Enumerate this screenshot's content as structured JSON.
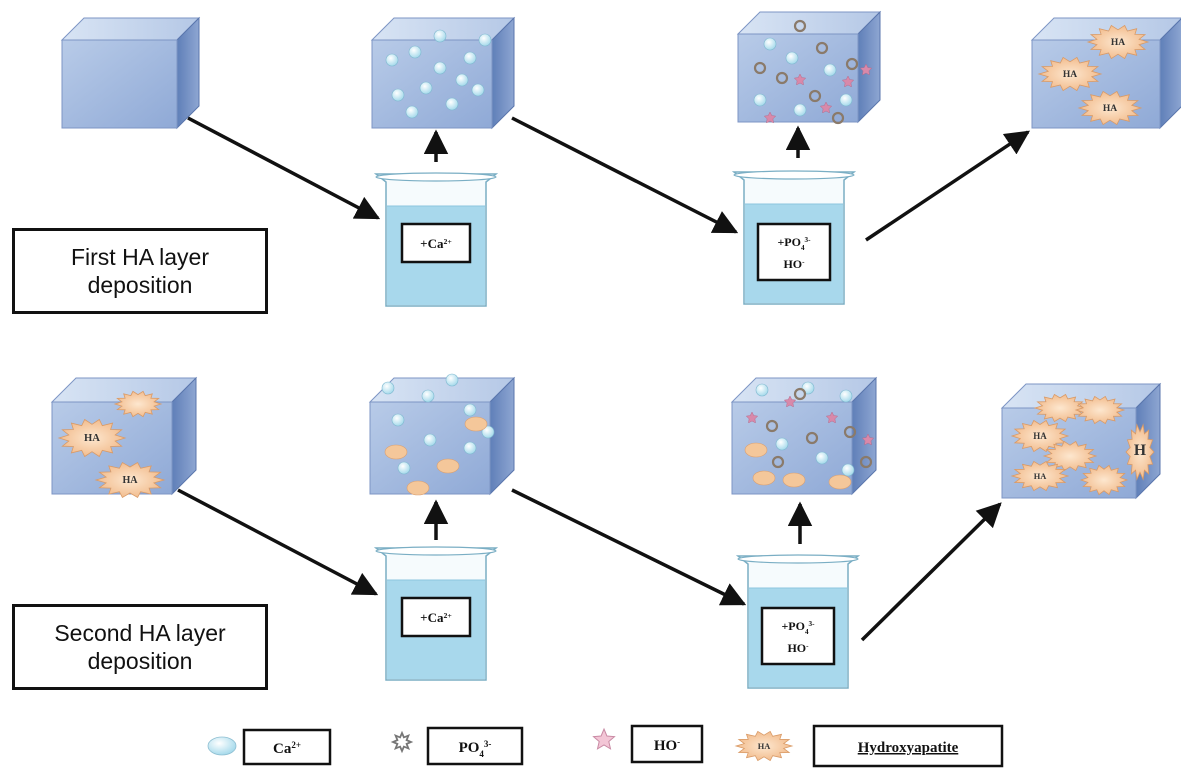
{
  "labels": {
    "first_stage": [
      "First HA layer",
      "deposition"
    ],
    "second_stage": [
      "Second HA layer",
      "deposition"
    ]
  },
  "beakers": {
    "calcium": "+Ca",
    "calcium_sup": "2+",
    "phosphate_line1": "+PO",
    "phosphate_sub": "4",
    "phosphate_sup": "3-",
    "phosphate_line2": "HO",
    "phosphate_line2_sup": "-"
  },
  "crystal_label": "HA",
  "legend": {
    "calcium": "Ca",
    "calcium_sup": "2+",
    "phosphate": "PO",
    "phosphate_sub": "4",
    "phosphate_sup": "3-",
    "hydroxide": "HO",
    "hydroxide_sup": "-",
    "crystal_icon": "HA",
    "hydroxyapatite": "Hydroxyapatite"
  },
  "colors": {
    "cube_front": "#aabfe0",
    "cube_top": "#c9d8ee",
    "cube_side": "#6f8ec4",
    "liquid": "#a8d8ec",
    "calcium_ion": "#bfe6f0",
    "phosphate_ion": "#8a7a6a",
    "hydroxide_ion": "#d889aa",
    "crystal": "#f4c79a",
    "arrow": "#111111"
  }
}
